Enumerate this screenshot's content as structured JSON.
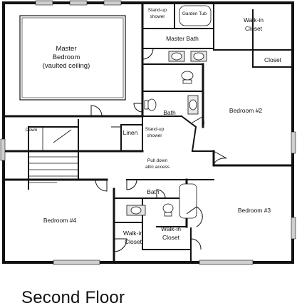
{
  "title": "Second Floor",
  "rooms": {
    "master_bedroom": [
      "Master",
      "Bedroom",
      "(vaulted ceiling)"
    ],
    "standup_shower_top": [
      "Stand-up",
      "shower"
    ],
    "garden_tub": "Garden Tub",
    "master_bath": "Master Bath",
    "walkin_closet_top": [
      "Walk-in",
      "Closet"
    ],
    "closet_right": "Closet",
    "bath_middle": "Bath",
    "bedroom2": "Bedroom #2",
    "down": "Down",
    "linen": "Linen",
    "standup_shower_mid": [
      "Stand-up",
      "shower"
    ],
    "attic": [
      "Pull down",
      "attic access"
    ],
    "bath_lower": "Bath",
    "bedroom4": "Bedroom #4",
    "walkin_closet_left": [
      "Walk-in",
      "Closet"
    ],
    "walkin_closet_right": [
      "Walk-in",
      "Closet"
    ],
    "bedroom3": "Bedroom #3"
  }
}
